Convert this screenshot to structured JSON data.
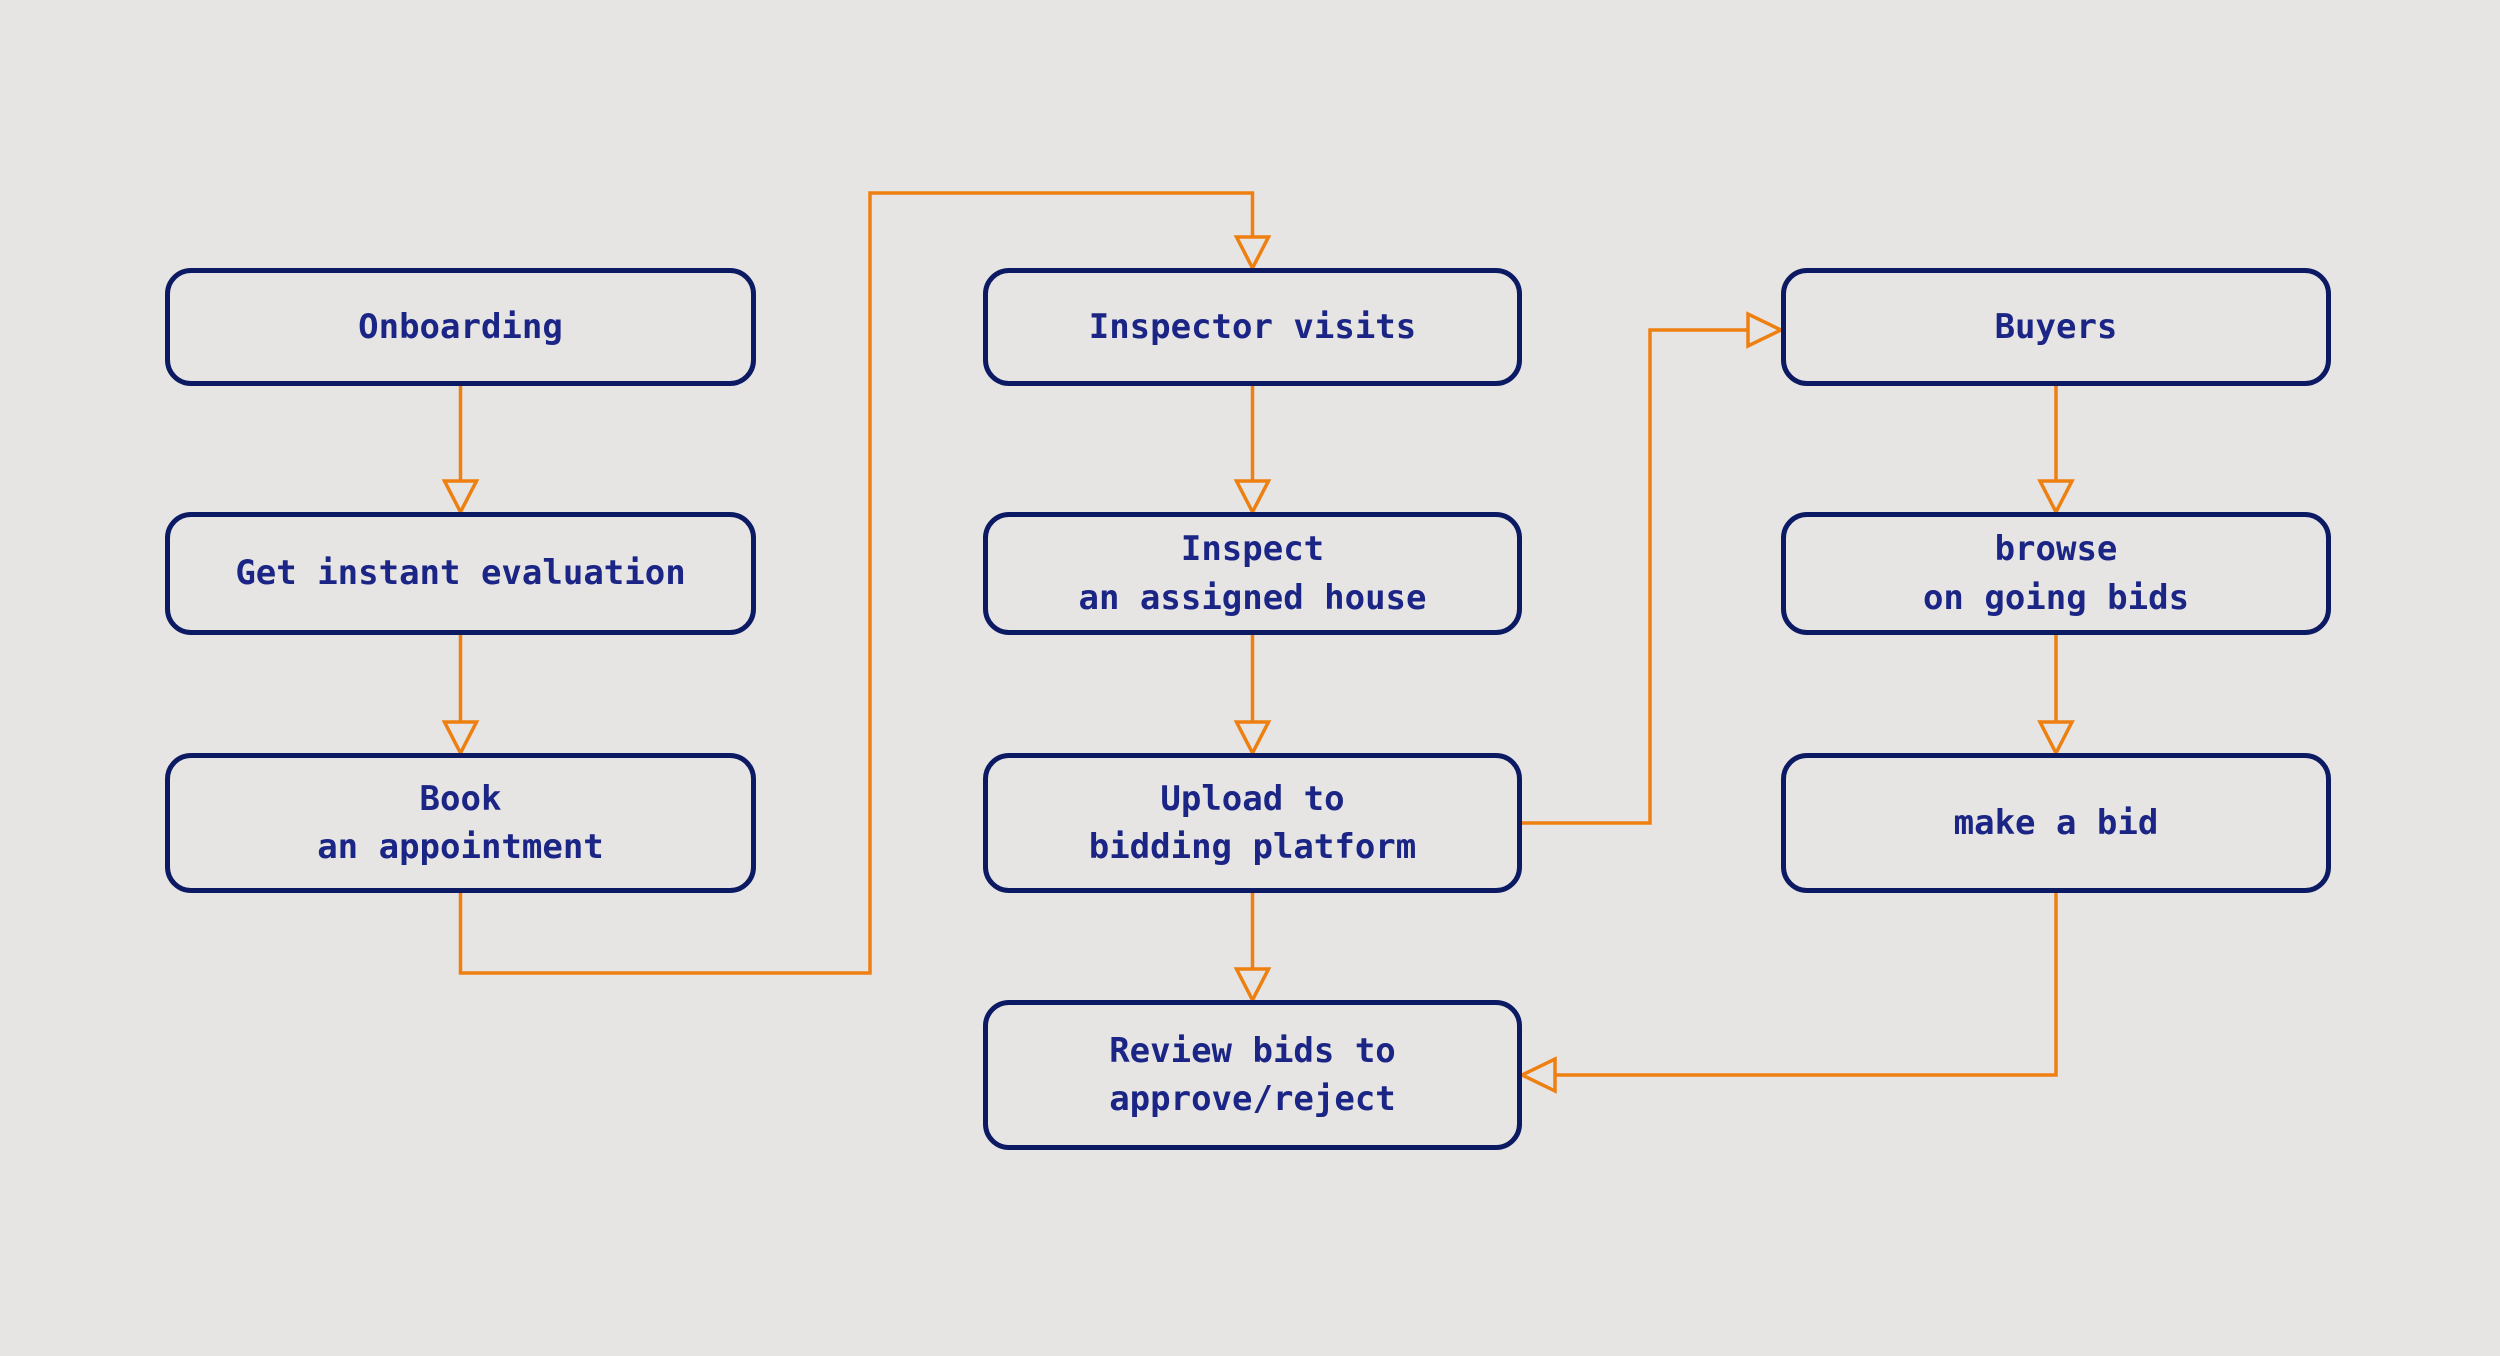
{
  "diagram": {
    "background_color": "#e6e5e3",
    "node_border_color": "#0c1a63",
    "node_text_color": "#1b2585",
    "connector_color": "#ee7f11",
    "nodes": {
      "onboarding": {
        "label": "Onboarding"
      },
      "get_instant_evaluation": {
        "label": "Get instant evaluation"
      },
      "book_an_appointment": {
        "label": "Book\nan appointment"
      },
      "inspector_visits": {
        "label": "Inspector visits"
      },
      "inspect_an_assigned_house": {
        "label": "Inspect\nan assigned house"
      },
      "upload_to_bidding_platform": {
        "label": "Upload to\nbidding platform"
      },
      "review_bids": {
        "label": "Review bids to\napprove/reject"
      },
      "buyers": {
        "label": "Buyers"
      },
      "browse_on_going_bids": {
        "label": "browse\non going bids"
      },
      "make_a_bid": {
        "label": "make a bid"
      }
    },
    "connections": [
      {
        "from": "onboarding",
        "to": "get_instant_evaluation"
      },
      {
        "from": "get_instant_evaluation",
        "to": "book_an_appointment"
      },
      {
        "from": "book_an_appointment",
        "to": "inspector_visits"
      },
      {
        "from": "inspector_visits",
        "to": "inspect_an_assigned_house"
      },
      {
        "from": "inspect_an_assigned_house",
        "to": "upload_to_bidding_platform"
      },
      {
        "from": "upload_to_bidding_platform",
        "to": "review_bids"
      },
      {
        "from": "upload_to_bidding_platform",
        "to": "buyers"
      },
      {
        "from": "buyers",
        "to": "browse_on_going_bids"
      },
      {
        "from": "browse_on_going_bids",
        "to": "make_a_bid"
      },
      {
        "from": "make_a_bid",
        "to": "review_bids"
      }
    ]
  }
}
